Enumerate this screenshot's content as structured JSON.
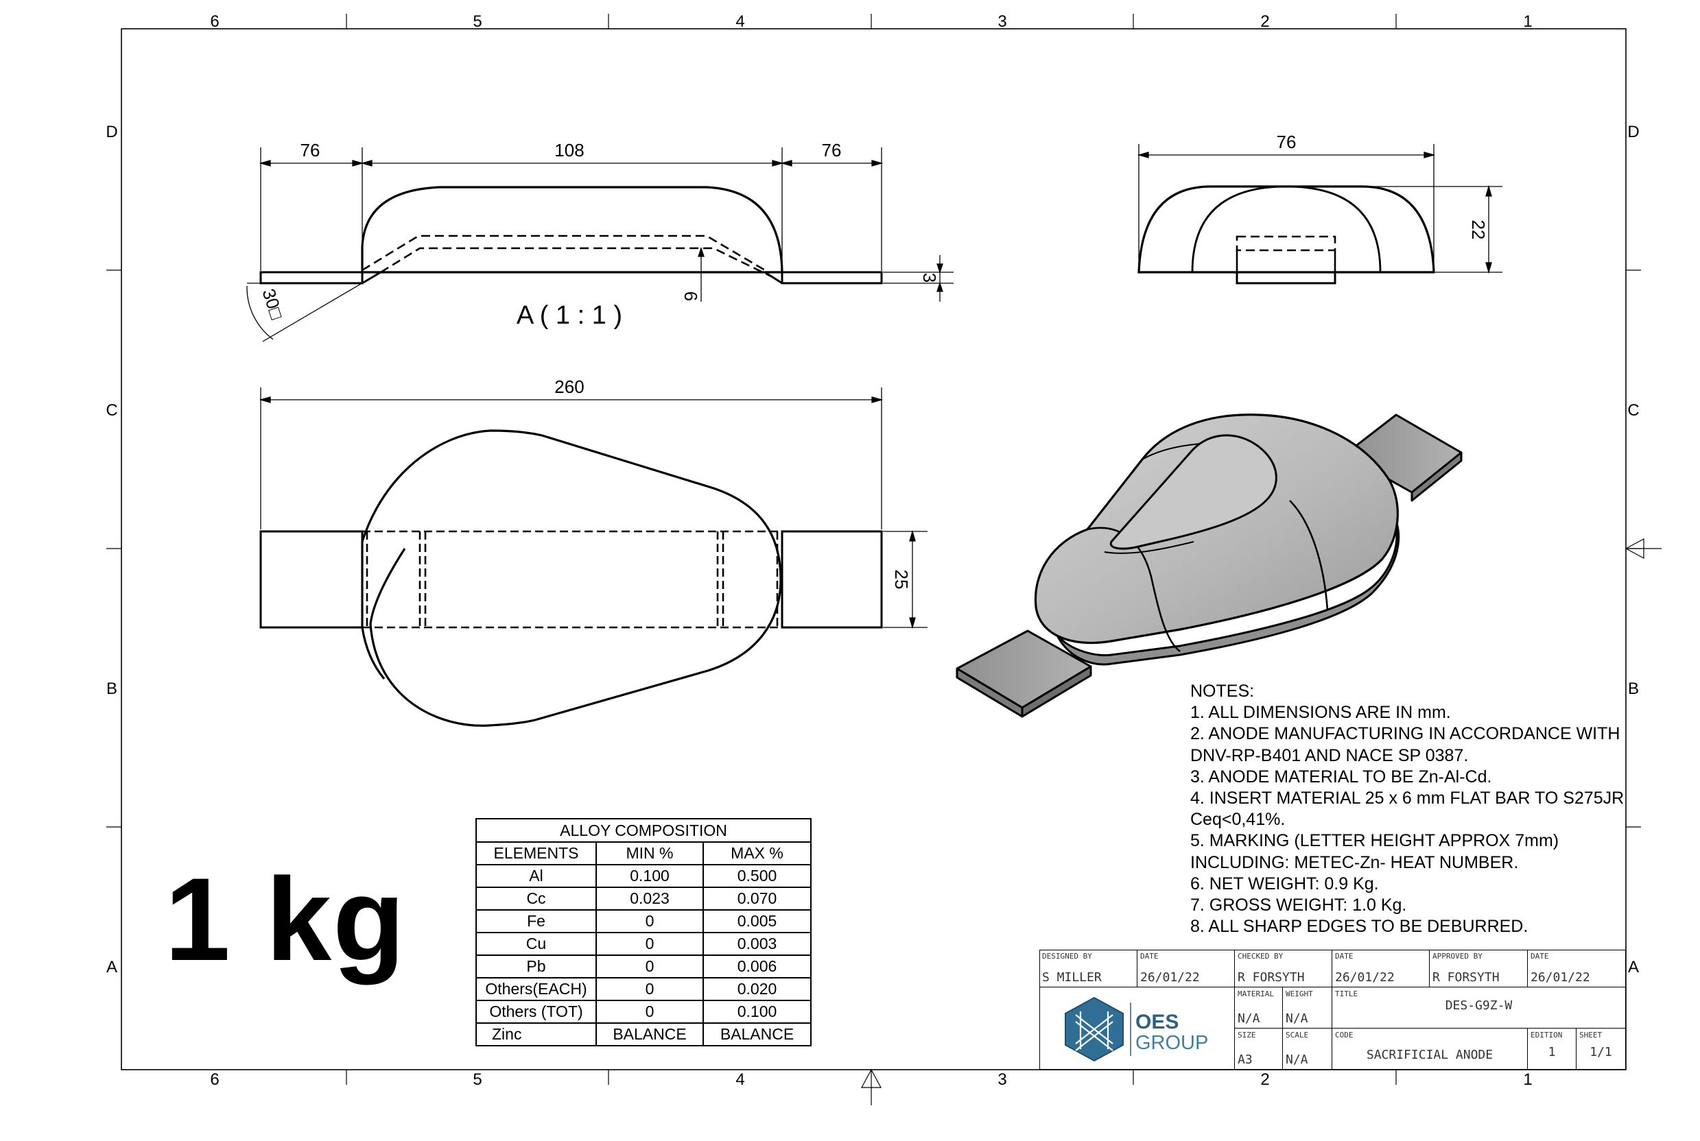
{
  "border": {
    "col_labels": [
      "6",
      "5",
      "4",
      "3",
      "2",
      "1"
    ],
    "row_labels": [
      "D",
      "C",
      "B",
      "A"
    ]
  },
  "views": {
    "side": {
      "dims": {
        "left": "76",
        "middle": "108",
        "right": "76",
        "height": "3",
        "insert": "6",
        "angle": "30"
      },
      "section_label": "A ( 1 : 1 )"
    },
    "end": {
      "dims": {
        "width": "76",
        "height": "22"
      }
    },
    "top": {
      "dims": {
        "length": "260",
        "width": "25"
      }
    }
  },
  "notes": {
    "heading": "NOTES:",
    "lines": [
      "1. ALL DIMENSIONS ARE IN mm.",
      "2. ANODE MANUFACTURING IN ACCORDANCE WITH",
      "DNV-RP-B401 AND NACE SP 0387.",
      "3. ANODE MATERIAL TO BE Zn-Al-Cd.",
      "4. INSERT MATERIAL 25 x 6 mm FLAT BAR TO S275JR",
      "Ceq<0,41%.",
      "5. MARKING (LETTER HEIGHT APPROX 7mm)",
      "INCLUDING: METEC-Zn- HEAT NUMBER.",
      "6. NET WEIGHT: 0.9 Kg.",
      "7. GROSS WEIGHT: 1.0 Kg.",
      "8. ALL SHARP EDGES TO BE DEBURRED."
    ]
  },
  "weight_label": "1 kg",
  "alloy_table": {
    "caption": "ALLOY COMPOSITION",
    "headers": [
      "ELEMENTS",
      "MIN %",
      "MAX %"
    ],
    "rows": [
      [
        "Al",
        "0.100",
        "0.500"
      ],
      [
        "Cc",
        "0.023",
        "0.070"
      ],
      [
        "Fe",
        "0",
        "0.005"
      ],
      [
        "Cu",
        "0",
        "0.003"
      ],
      [
        "Pb",
        "0",
        "0.006"
      ],
      [
        "Others(EACH)",
        "0",
        "0.020"
      ],
      [
        "Others (TOT)",
        "0",
        "0.100"
      ],
      [
        "Zinc",
        "BALANCE",
        "BALANCE"
      ]
    ]
  },
  "title_block": {
    "designed_by_caption": "DESIGNED BY",
    "designed_by": "S MILLER",
    "date1_caption": "DATE",
    "date1": "26/01/22",
    "checked_by_caption": "CHECKED BY",
    "checked_by": "R FORSYTH",
    "date2_caption": "DATE",
    "date2": "26/01/22",
    "approved_by_caption": "APPROVED BY",
    "approved_by": "R FORSYTH",
    "date3_caption": "DATE",
    "date3": "26/01/22",
    "material_caption": "MATERIAL",
    "material": "N/A",
    "weight_caption": "WEIGHT",
    "weight": "N/A",
    "title_caption": "TITLE",
    "title": "DES-G9Z-W",
    "size_caption": "SIZE",
    "size": "A3",
    "scale_caption": "SCALE",
    "scale": "N/A",
    "code_caption": "CODE",
    "code": "SACRIFICIAL ANODE",
    "edition_caption": "EDITION",
    "edition": "1",
    "sheet_caption": "SHEET",
    "sheet": "1/1",
    "logo_text_1": "OES",
    "logo_text_2": "GROUP"
  },
  "colors": {
    "logo_hex": "#2f6f96",
    "logo_text": "#2f5f86",
    "render_fill": "#b4b4b4",
    "render_dark": "#8a8a8a"
  }
}
